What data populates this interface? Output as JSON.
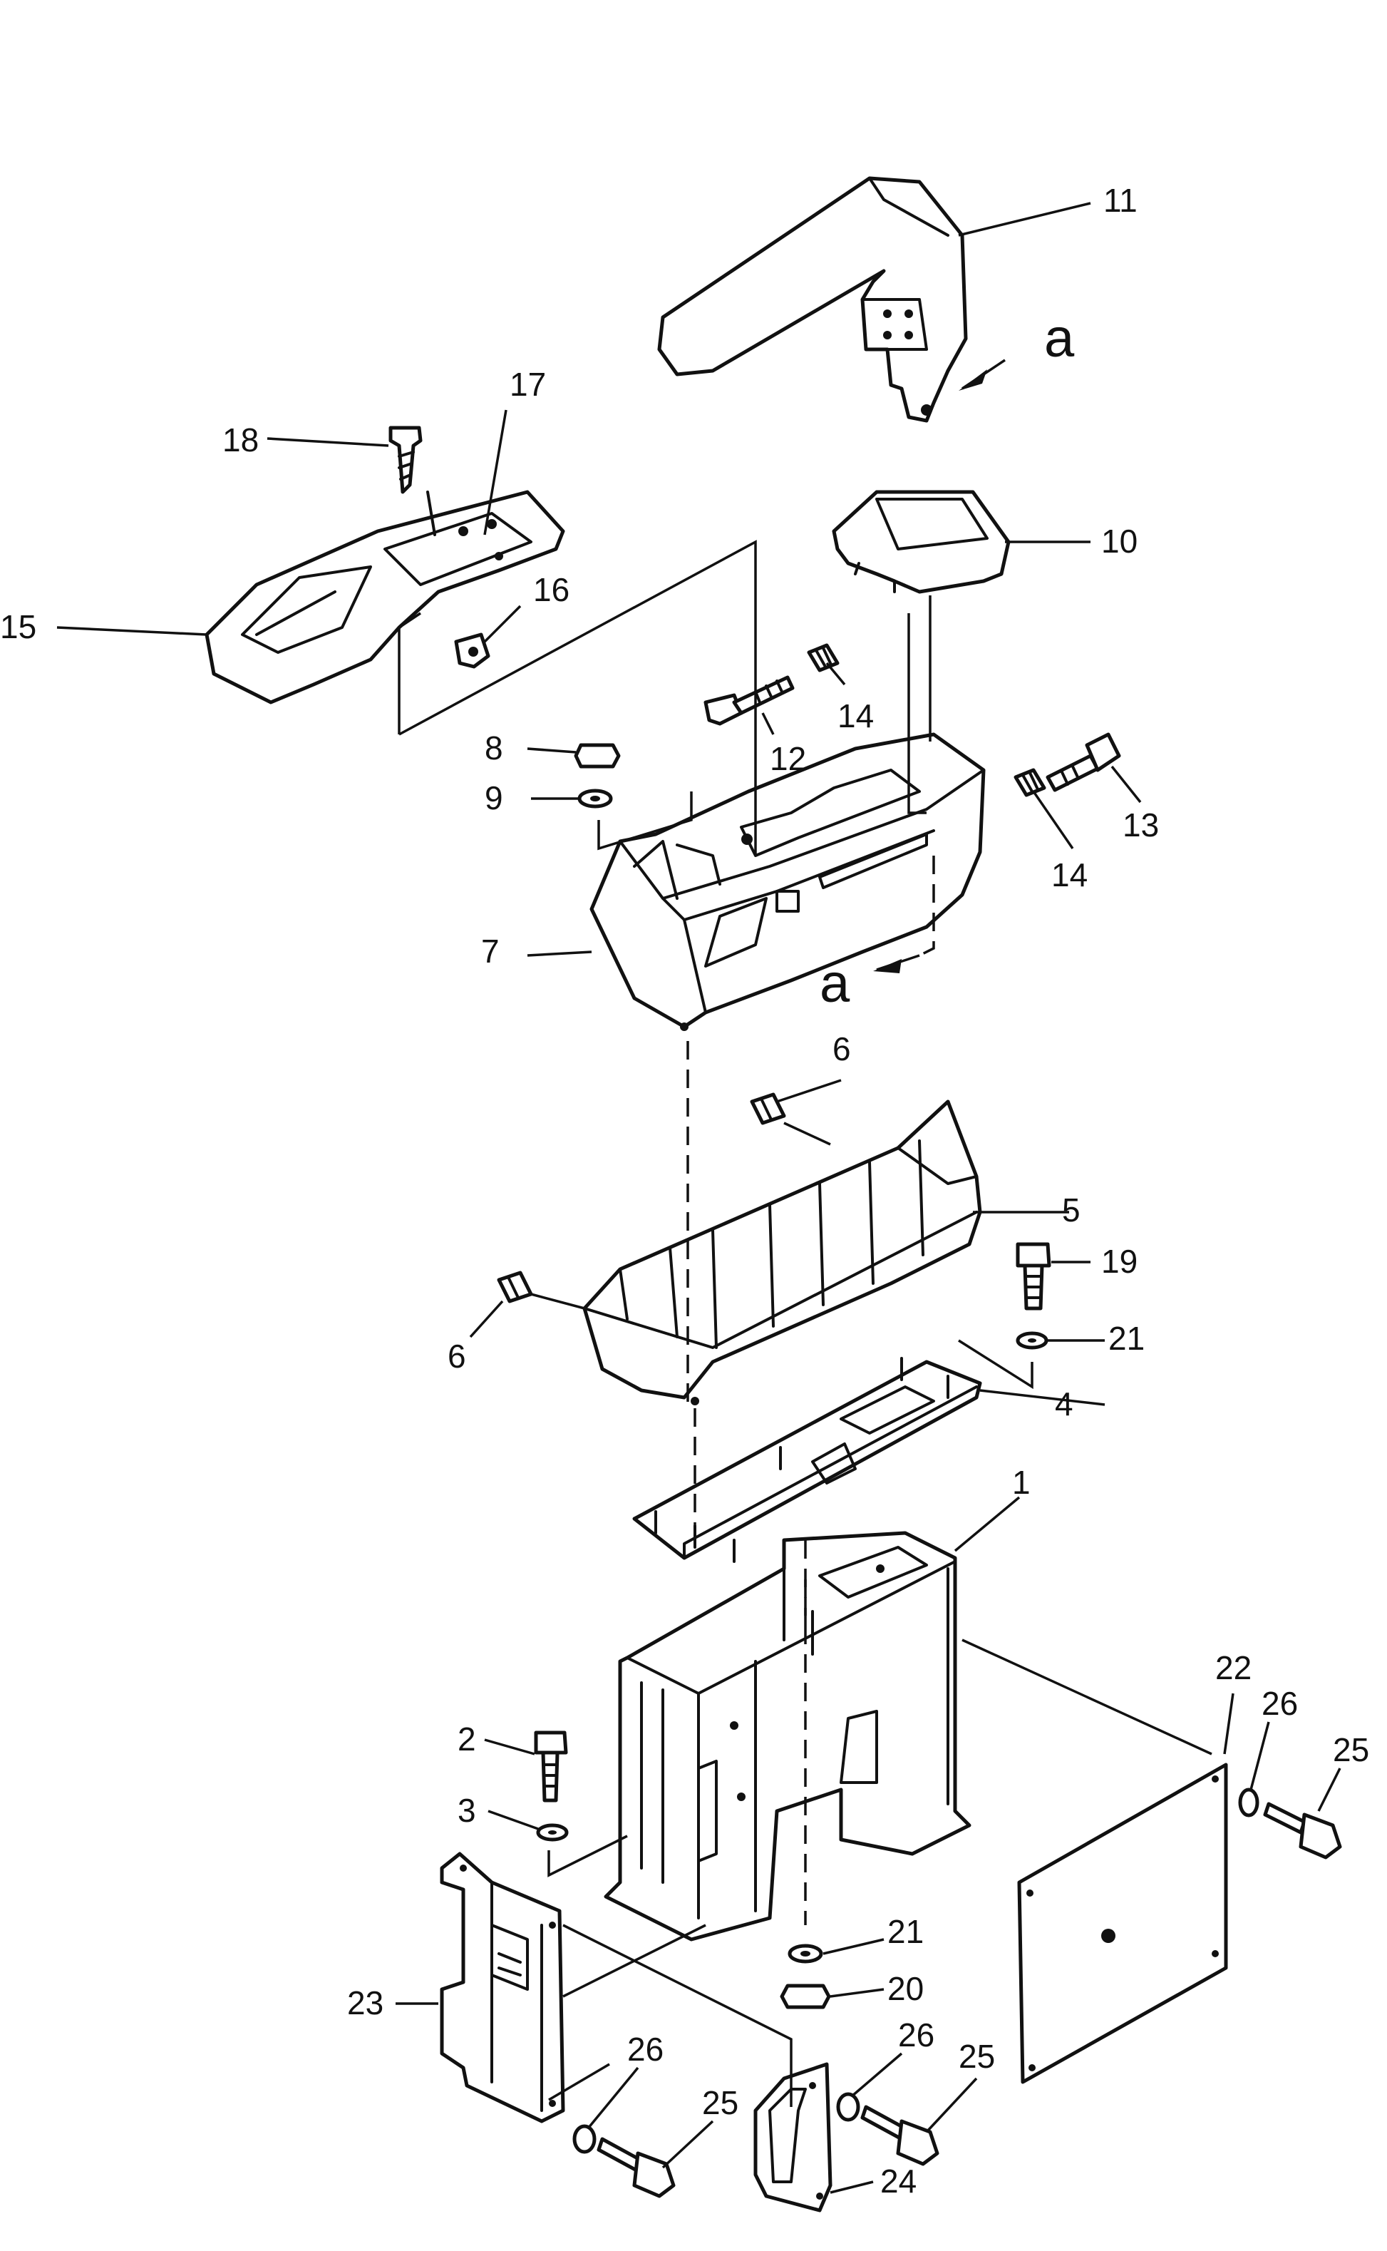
{
  "diagram": {
    "callouts": [
      {
        "id": "c11",
        "text": "11"
      },
      {
        "id": "ca1",
        "text": "a"
      },
      {
        "id": "c17",
        "text": "17"
      },
      {
        "id": "c18",
        "text": "18"
      },
      {
        "id": "c10",
        "text": "10"
      },
      {
        "id": "c16",
        "text": "16"
      },
      {
        "id": "c15",
        "text": "15"
      },
      {
        "id": "c14a",
        "text": "14"
      },
      {
        "id": "c12",
        "text": "12"
      },
      {
        "id": "c8",
        "text": "8"
      },
      {
        "id": "c9",
        "text": "9"
      },
      {
        "id": "c13",
        "text": "13"
      },
      {
        "id": "c14b",
        "text": "14"
      },
      {
        "id": "c7",
        "text": "7"
      },
      {
        "id": "ca2",
        "text": "a"
      },
      {
        "id": "c6a",
        "text": "6"
      },
      {
        "id": "c5",
        "text": "5"
      },
      {
        "id": "c19",
        "text": "19"
      },
      {
        "id": "c21a",
        "text": "21"
      },
      {
        "id": "c6b",
        "text": "6"
      },
      {
        "id": "c4",
        "text": "4"
      },
      {
        "id": "c1",
        "text": "1"
      },
      {
        "id": "c22",
        "text": "22"
      },
      {
        "id": "c26a",
        "text": "26"
      },
      {
        "id": "c25a",
        "text": "25"
      },
      {
        "id": "c2",
        "text": "2"
      },
      {
        "id": "c3",
        "text": "3"
      },
      {
        "id": "c21b",
        "text": "21"
      },
      {
        "id": "c20",
        "text": "20"
      },
      {
        "id": "c23",
        "text": "23"
      },
      {
        "id": "c26b",
        "text": "26"
      },
      {
        "id": "c26c",
        "text": "26"
      },
      {
        "id": "c25b",
        "text": "25"
      },
      {
        "id": "c25c",
        "text": "25"
      },
      {
        "id": "c24",
        "text": "24"
      }
    ]
  }
}
